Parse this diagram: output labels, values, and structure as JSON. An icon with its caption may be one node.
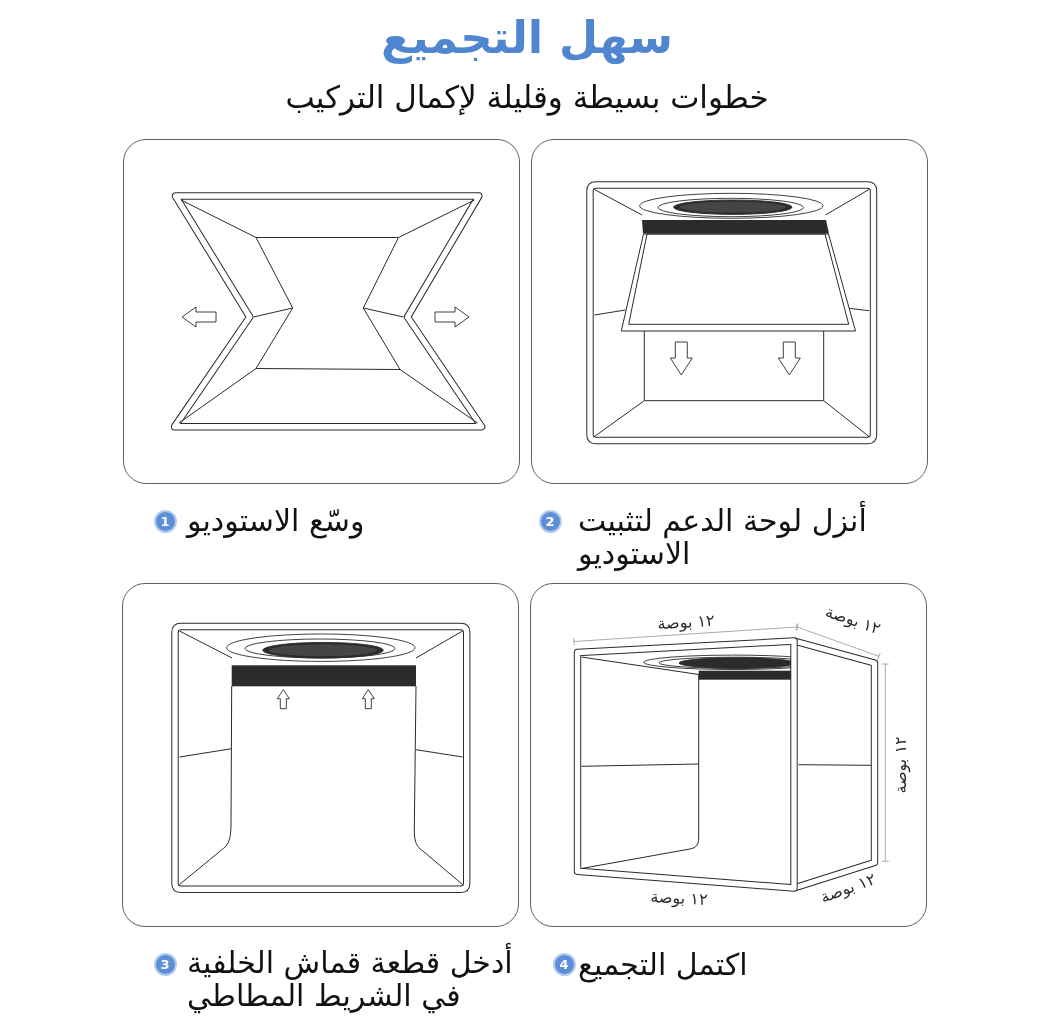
{
  "diagram": {
    "title": "سهل التجميع",
    "nodes": [
      {
        "text": [],
        "shape": "picture"
      },
      {
        "text": [],
        "shape": "picture"
      },
      {
        "text": [
          "1"
        ],
        "beside": [
          "وسّع الاستوديو"
        ]
      },
      {
        "text": [
          "2"
        ],
        "beside": [
          "أنزل لوحة الدعم لتثبيت الاستوديو"
        ]
      },
      {
        "text": [],
        "shape": "picture"
      },
      {
        "text": [],
        "shape": "picture"
      },
      {
        "text": [
          "3"
        ],
        "beside": [
          "أدخل قطعة قماش الخلفية في الشريط المطاطي"
        ]
      },
      {
        "text": [
          "4"
        ],
        "beside": [
          "اكتمل التجميع"
        ]
      }
    ],
    "labels": [
      "خطوات بسيطة وقليلة لإكمال التركيب",
      "١٢ بوصة",
      "١٢ بوصة",
      "١٢ بوصة",
      "١٢ بوصة",
      "١٢ بوصة"
    ]
  }
}
